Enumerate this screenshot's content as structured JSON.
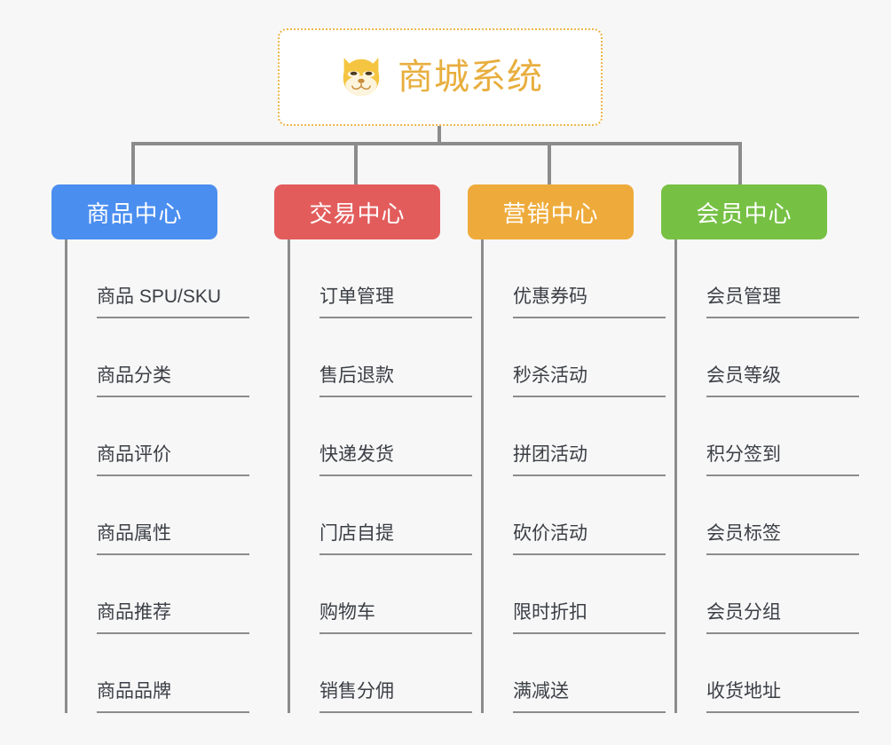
{
  "page": {
    "background_color": "#f7f7f7"
  },
  "root": {
    "title": "商城系统",
    "icon": "shiba-dog-face-emoji",
    "text_color": "#e8ae3e",
    "border_color": "#edb64a"
  },
  "columns": [
    {
      "id": "product-center",
      "header": "商品中心",
      "color": "#4a8ef0",
      "items": [
        "商品 SPU/SKU",
        "商品分类",
        "商品评价",
        "商品属性",
        "商品推荐",
        "商品品牌"
      ]
    },
    {
      "id": "trade-center",
      "header": "交易中心",
      "color": "#e35c5c",
      "items": [
        "订单管理",
        "售后退款",
        "快递发货",
        "门店自提",
        "购物车",
        "销售分佣"
      ]
    },
    {
      "id": "marketing-center",
      "header": "营销中心",
      "color": "#eeab3b",
      "items": [
        "优惠券码",
        "秒杀活动",
        "拼团活动",
        "砍价活动",
        "限时折扣",
        "满减送"
      ]
    },
    {
      "id": "member-center",
      "header": "会员中心",
      "color": "#76c144",
      "items": [
        "会员管理",
        "会员等级",
        "积分签到",
        "会员标签",
        "会员分组",
        "收货地址"
      ]
    }
  ]
}
